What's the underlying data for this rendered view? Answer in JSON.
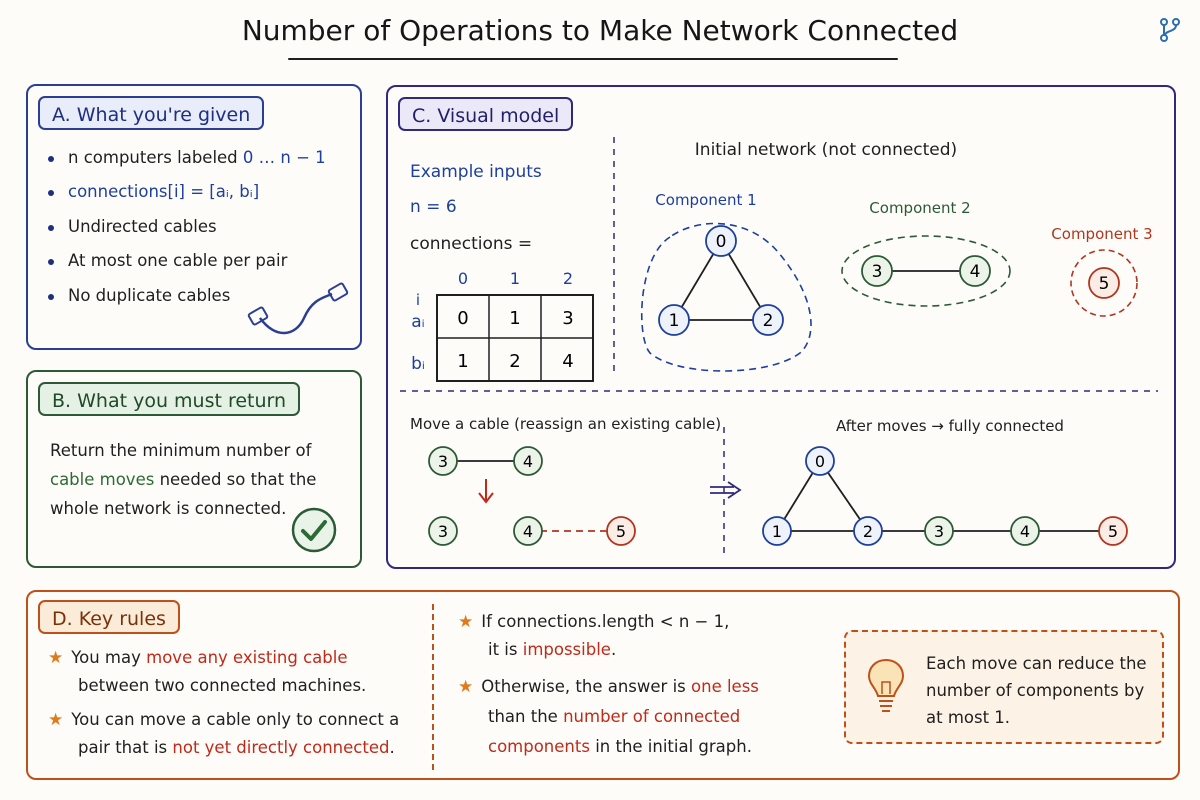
{
  "title": "Number of Operations to Make Network Connected",
  "panelA": {
    "tag": "A. What you're given",
    "bullets": [
      {
        "pre": "n  computers labeled ",
        "hl": "0 … n − 1"
      },
      {
        "hl": "connections[i] = [aᵢ, bᵢ]"
      },
      {
        "pre": "Undirected cables"
      },
      {
        "pre": "At most one cable per pair"
      },
      {
        "pre": "No duplicate cables"
      }
    ]
  },
  "panelB": {
    "tag": "B. What you must return",
    "text_1": "Return the minimum number of",
    "text_hl": "cable moves",
    "text_2": " needed so that the",
    "text_3": "whole network is connected."
  },
  "panelC": {
    "tag": "C. Visual model",
    "example_label": "Example inputs",
    "n_label": "n = 6",
    "conn_label": "connections =",
    "table": {
      "col_headers": [
        "0",
        "1",
        "2"
      ],
      "row_header_top": "i",
      "row_labels": [
        "aᵢ",
        "bᵢ"
      ],
      "rows": [
        [
          "0",
          "1",
          "3"
        ],
        [
          "1",
          "2",
          "4"
        ]
      ]
    },
    "initial_title": "Initial network (not connected)",
    "components": [
      "Component 1",
      "Component 2",
      "Component 3"
    ],
    "nodes": [
      "0",
      "1",
      "2",
      "3",
      "4",
      "5"
    ],
    "move_title": "Move a cable (reassign an existing cable)",
    "after_title": "After moves → fully connected",
    "colors": {
      "blue": "#1d3f9e",
      "green": "#2d5a36",
      "red": "#b0361e",
      "purple": "#2e2a7e"
    }
  },
  "panelD": {
    "tag": "D. Key rules",
    "rule1_a": "You may ",
    "rule1_hl": "move any existing cable",
    "rule1_b": "between two connected machines.",
    "rule2_a": "You can move a cable only to connect a",
    "rule2_b": "pair that is ",
    "rule2_hl": "not yet directly connected",
    "rule2_c": ".",
    "rule3_a": "If connections.length < n − 1,",
    "rule3_b": "it is ",
    "rule3_hl": "impossible",
    "rule3_c": ".",
    "rule4_a": "Otherwise, the answer is ",
    "rule4_hl1": "one less",
    "rule4_b": "than the ",
    "rule4_hl2": "number of connected",
    "rule4_hl3": "components",
    "rule4_c": " in the initial graph.",
    "tip": "Each move can reduce the number of components by at most 1."
  }
}
